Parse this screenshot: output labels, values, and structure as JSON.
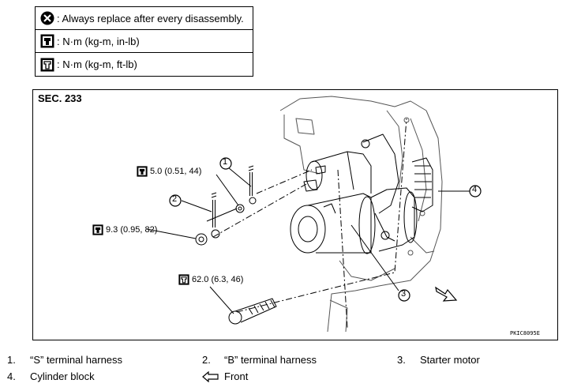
{
  "legend": {
    "items": [
      {
        "icon": "replace-icon",
        "text": ": Always replace after every disassembly."
      },
      {
        "icon": "torque-in-lb-icon",
        "text": ": N·m (kg-m, in-lb)"
      },
      {
        "icon": "torque-ft-lb-icon",
        "text": ": N·m (kg-m, ft-lb)"
      }
    ]
  },
  "diagram": {
    "section": "SEC. 233",
    "code": "PKIC8095E",
    "callouts": [
      "1",
      "2",
      "3",
      "4"
    ],
    "torques": [
      {
        "icon": "torque-in-lb-icon",
        "text": "5.0 (0.51, 44)"
      },
      {
        "icon": "torque-in-lb-icon",
        "text": "9.3 (0.95, 82)"
      },
      {
        "icon": "torque-ft-lb-icon",
        "text": "62.0 (6.3, 46)"
      }
    ]
  },
  "key": {
    "items": [
      {
        "num": "1.",
        "label": "“S” terminal harness"
      },
      {
        "num": "2.",
        "label": "“B” terminal harness"
      },
      {
        "num": "3.",
        "label": "Starter motor"
      },
      {
        "num": "4.",
        "label": "Cylinder block"
      }
    ],
    "front_label": "Front"
  }
}
